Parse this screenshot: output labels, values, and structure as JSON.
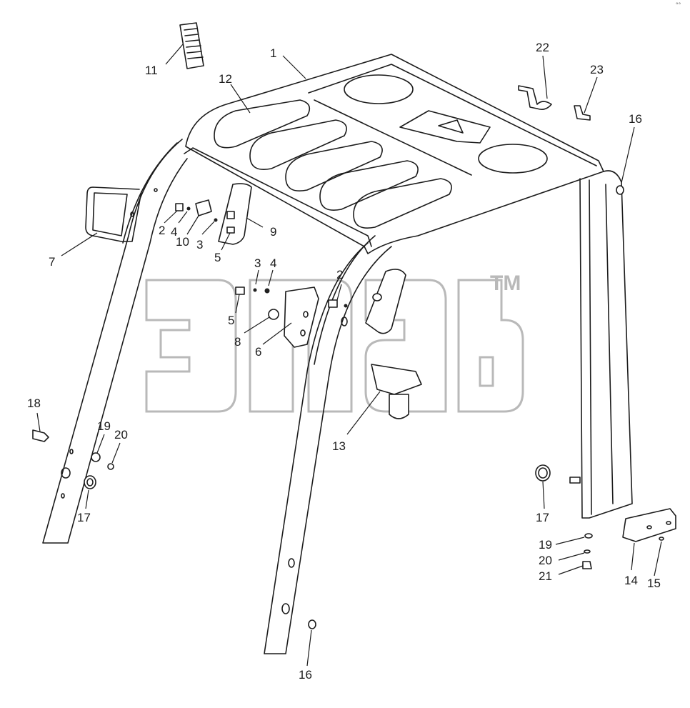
{
  "diagram": {
    "watermark": {
      "mark": "TM"
    },
    "corner_mark": "°°",
    "callouts": [
      {
        "id": "c1",
        "label": "1"
      },
      {
        "id": "c2a",
        "label": "2"
      },
      {
        "id": "c2b",
        "label": "2"
      },
      {
        "id": "c3a",
        "label": "3"
      },
      {
        "id": "c3b",
        "label": "3"
      },
      {
        "id": "c4a",
        "label": "4"
      },
      {
        "id": "c4b",
        "label": "4"
      },
      {
        "id": "c5a",
        "label": "5"
      },
      {
        "id": "c5b",
        "label": "5"
      },
      {
        "id": "c6",
        "label": "6"
      },
      {
        "id": "c7",
        "label": "7"
      },
      {
        "id": "c8",
        "label": "8"
      },
      {
        "id": "c9",
        "label": "9"
      },
      {
        "id": "c10",
        "label": "10"
      },
      {
        "id": "c11",
        "label": "11"
      },
      {
        "id": "c12",
        "label": "12"
      },
      {
        "id": "c13",
        "label": "13"
      },
      {
        "id": "c14",
        "label": "14"
      },
      {
        "id": "c15",
        "label": "15"
      },
      {
        "id": "c16a",
        "label": "16"
      },
      {
        "id": "c16b",
        "label": "16"
      },
      {
        "id": "c17a",
        "label": "17"
      },
      {
        "id": "c17b",
        "label": "17"
      },
      {
        "id": "c18",
        "label": "18"
      },
      {
        "id": "c19a",
        "label": "19"
      },
      {
        "id": "c19b",
        "label": "19"
      },
      {
        "id": "c20a",
        "label": "20"
      },
      {
        "id": "c20b",
        "label": "20"
      },
      {
        "id": "c21",
        "label": "21"
      },
      {
        "id": "c22",
        "label": "22"
      },
      {
        "id": "c23",
        "label": "23"
      }
    ]
  }
}
